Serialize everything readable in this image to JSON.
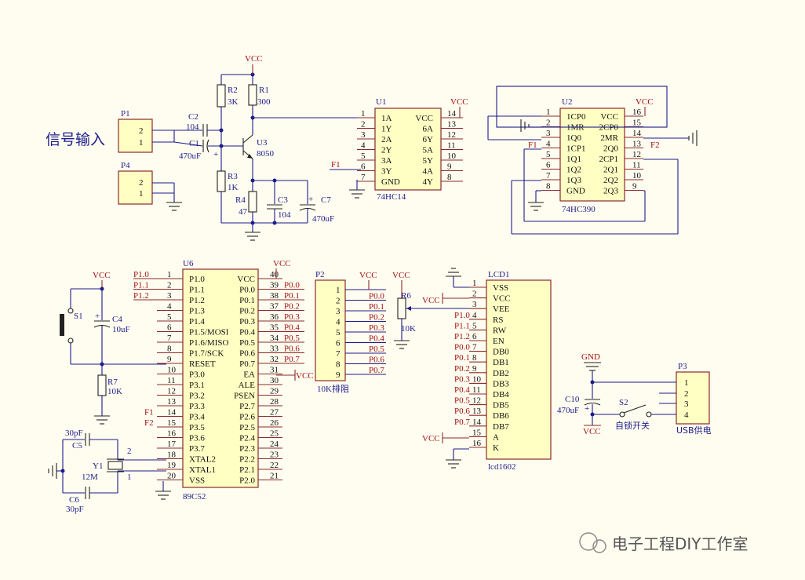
{
  "signal_input_label": "信号输入",
  "watermark": "电子工程DIY工作室",
  "power": {
    "vcc": "VCC",
    "gnd": "GND"
  },
  "connectors": {
    "p1": {
      "ref": "P1",
      "pins": [
        "2",
        "1"
      ]
    },
    "p4": {
      "ref": "P4",
      "pins": [
        "2",
        "1"
      ]
    },
    "p2": {
      "ref": "P2",
      "name": "10K排阻",
      "pins": [
        "1",
        "2",
        "3",
        "4",
        "5",
        "6",
        "7",
        "8",
        "9"
      ]
    },
    "p3": {
      "ref": "P3",
      "name": "USB供电",
      "pins": [
        "1",
        "2",
        "3",
        "4"
      ]
    }
  },
  "passives": {
    "r1": {
      "ref": "R1",
      "value": "300"
    },
    "r2": {
      "ref": "R2",
      "value": "3K"
    },
    "r3": {
      "ref": "R3",
      "value": "1K"
    },
    "r4": {
      "ref": "R4",
      "value": "47"
    },
    "c1": {
      "ref": "C1",
      "value": "470uF"
    },
    "c2": {
      "ref": "C2",
      "value": "104"
    },
    "c3": {
      "ref": "C3",
      "value": "104"
    },
    "c7": {
      "ref": "C7",
      "value": "470uF"
    },
    "c4": {
      "ref": "C4",
      "value": "10uF"
    },
    "r7": {
      "ref": "R7",
      "value": "10K"
    },
    "c5": {
      "ref": "C5",
      "value": "30pF"
    },
    "c6": {
      "ref": "C6",
      "value": "30pF"
    },
    "y1": {
      "ref": "Y1",
      "value": "12M"
    },
    "r6": {
      "ref": "R6",
      "value": "10K"
    },
    "c10": {
      "ref": "C10",
      "value": "470uF"
    },
    "s1": {
      "ref": "S1"
    },
    "s2": {
      "ref": "S2",
      "name": "自锁开关"
    },
    "u3": {
      "ref": "U3",
      "value": "8050"
    }
  },
  "u1": {
    "ref": "U1",
    "part": "74HC14",
    "left_pins": [
      "1",
      "2",
      "3",
      "4",
      "5",
      "6",
      "7"
    ],
    "left_names": [
      "1A",
      "1Y",
      "2A",
      "2Y",
      "3A",
      "3Y",
      "GND"
    ],
    "right_pins": [
      "14",
      "13",
      "12",
      "11",
      "10",
      "9",
      "8"
    ],
    "right_names": [
      "VCC",
      "6A",
      "6Y",
      "5A",
      "5Y",
      "4A",
      "4Y"
    ]
  },
  "u2": {
    "ref": "U2",
    "part": "74HC390",
    "left_pins": [
      "1",
      "2",
      "3",
      "4",
      "5",
      "6",
      "7",
      "8"
    ],
    "left_names": [
      "1CP0",
      "1MR",
      "1Q0",
      "1CP1",
      "1Q1",
      "1Q2",
      "1Q3",
      "GND"
    ],
    "right_pins": [
      "16",
      "15",
      "14",
      "13",
      "12",
      "11",
      "10",
      "9"
    ],
    "right_names": [
      "VCC",
      "2CP0",
      "2MR",
      "2Q0",
      "2CP1",
      "2Q1",
      "2Q2",
      "2Q3"
    ]
  },
  "u6": {
    "ref": "U6",
    "part": "89C52",
    "left_pins": [
      "1",
      "2",
      "3",
      "4",
      "5",
      "6",
      "7",
      "8",
      "9",
      "10",
      "11",
      "12",
      "13",
      "14",
      "15",
      "16",
      "17",
      "18",
      "19",
      "20"
    ],
    "left_names": [
      "P1.0",
      "P1.1",
      "P1.2",
      "P1.3",
      "P1.4",
      "P1.5/MOSI",
      "P1.6/MISO",
      "P1.7/SCK",
      "RESET",
      "P3.0",
      "P3.1",
      "P3.2",
      "P3.3",
      "P3.4",
      "P3.5",
      "P3.6",
      "P3.7",
      "XTAL2",
      "XTAL1",
      "VSS"
    ],
    "right_pins": [
      "40",
      "39",
      "38",
      "37",
      "36",
      "35",
      "34",
      "33",
      "32",
      "31",
      "30",
      "29",
      "28",
      "27",
      "26",
      "25",
      "24",
      "23",
      "22",
      "21"
    ],
    "right_names": [
      "VCC",
      "P0.0",
      "P0.1",
      "P0.2",
      "P0.3",
      "P0.4",
      "P0.5",
      "P0.6",
      "P0.7",
      "EA",
      "ALE",
      "PSEN",
      "P2.7",
      "P2.6",
      "P2.5",
      "P2.4",
      "P2.3",
      "P2.2",
      "P2.1",
      "P2.0"
    ]
  },
  "lcd": {
    "ref": "LCD1",
    "part": "lcd1602",
    "pins": [
      "1",
      "2",
      "3",
      "4",
      "5",
      "6",
      "7",
      "8",
      "9",
      "10",
      "11",
      "12",
      "13",
      "14",
      "15",
      "16"
    ],
    "names": [
      "VSS",
      "VCC",
      "VEE",
      "RS",
      "RW",
      "EN",
      "DB0",
      "DB1",
      "DB2",
      "DB3",
      "DB4",
      "DB5",
      "DB6",
      "DB7",
      "A",
      "K"
    ]
  },
  "net_labels": {
    "f1": "F1",
    "f2": "F2",
    "u6_left": [
      "P1.0",
      "P1.1",
      "P1.2"
    ],
    "u6_right": [
      "P0.0",
      "P0.1",
      "P0.2",
      "P0.3",
      "P0.4",
      "P0.5",
      "P0.6",
      "P0.7"
    ],
    "p2": [
      "P0.0",
      "P0.1",
      "P0.2",
      "P0.3",
      "P0.4",
      "P0.5",
      "P0.6",
      "P0.7"
    ],
    "lcd": [
      "P1.0",
      "P1.1",
      "P1.2",
      "P0.0",
      "P0.1",
      "P0.2",
      "P0.3",
      "P0.4",
      "P0.5",
      "P0.6",
      "P0.7"
    ]
  }
}
